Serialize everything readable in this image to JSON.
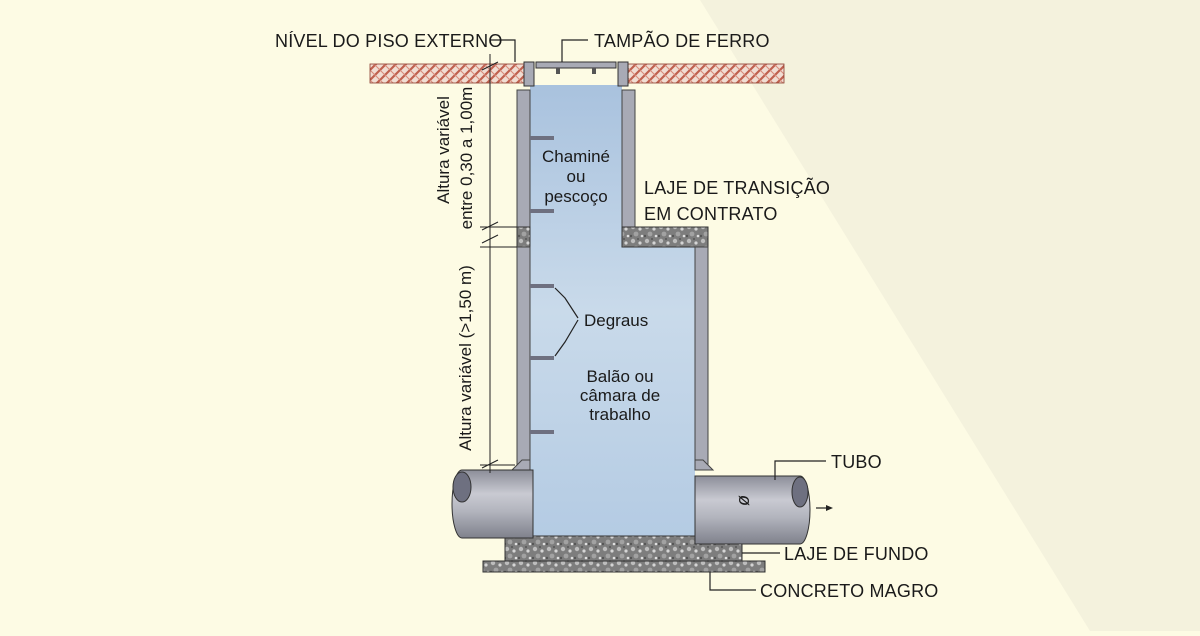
{
  "labels": {
    "nivel_piso": "NÍVEL DO PISO EXTERNO",
    "tampao": "TAMPÃO DE FERRO",
    "laje_transicao_1": "LAJE DE TRANSIÇÃO",
    "laje_transicao_2": "EM CONTRATO",
    "tubo": "TUBO",
    "laje_fundo": "LAJE DE FUNDO",
    "concreto_magro": "CONCRETO MAGRO"
  },
  "inner": {
    "chamine_1": "Chaminé",
    "chamine_2": "ou",
    "chamine_3": "pescoço",
    "degraus": "Degraus",
    "balao_1": "Balão ou",
    "balao_2": "câmara de",
    "balao_3": "trabalho"
  },
  "dimensions": {
    "upper_1": "Altura variável",
    "upper_2": "entre 0,30 a 1,00m",
    "lower": "Altura variável (>1,50 m)"
  },
  "pipe_symbol": "ø",
  "colors": {
    "background": "#fdfbe4",
    "water": "#bcd2e6",
    "wall": "#a8aab5",
    "concrete": "#8c8c8c",
    "soil": "#c3695a"
  }
}
